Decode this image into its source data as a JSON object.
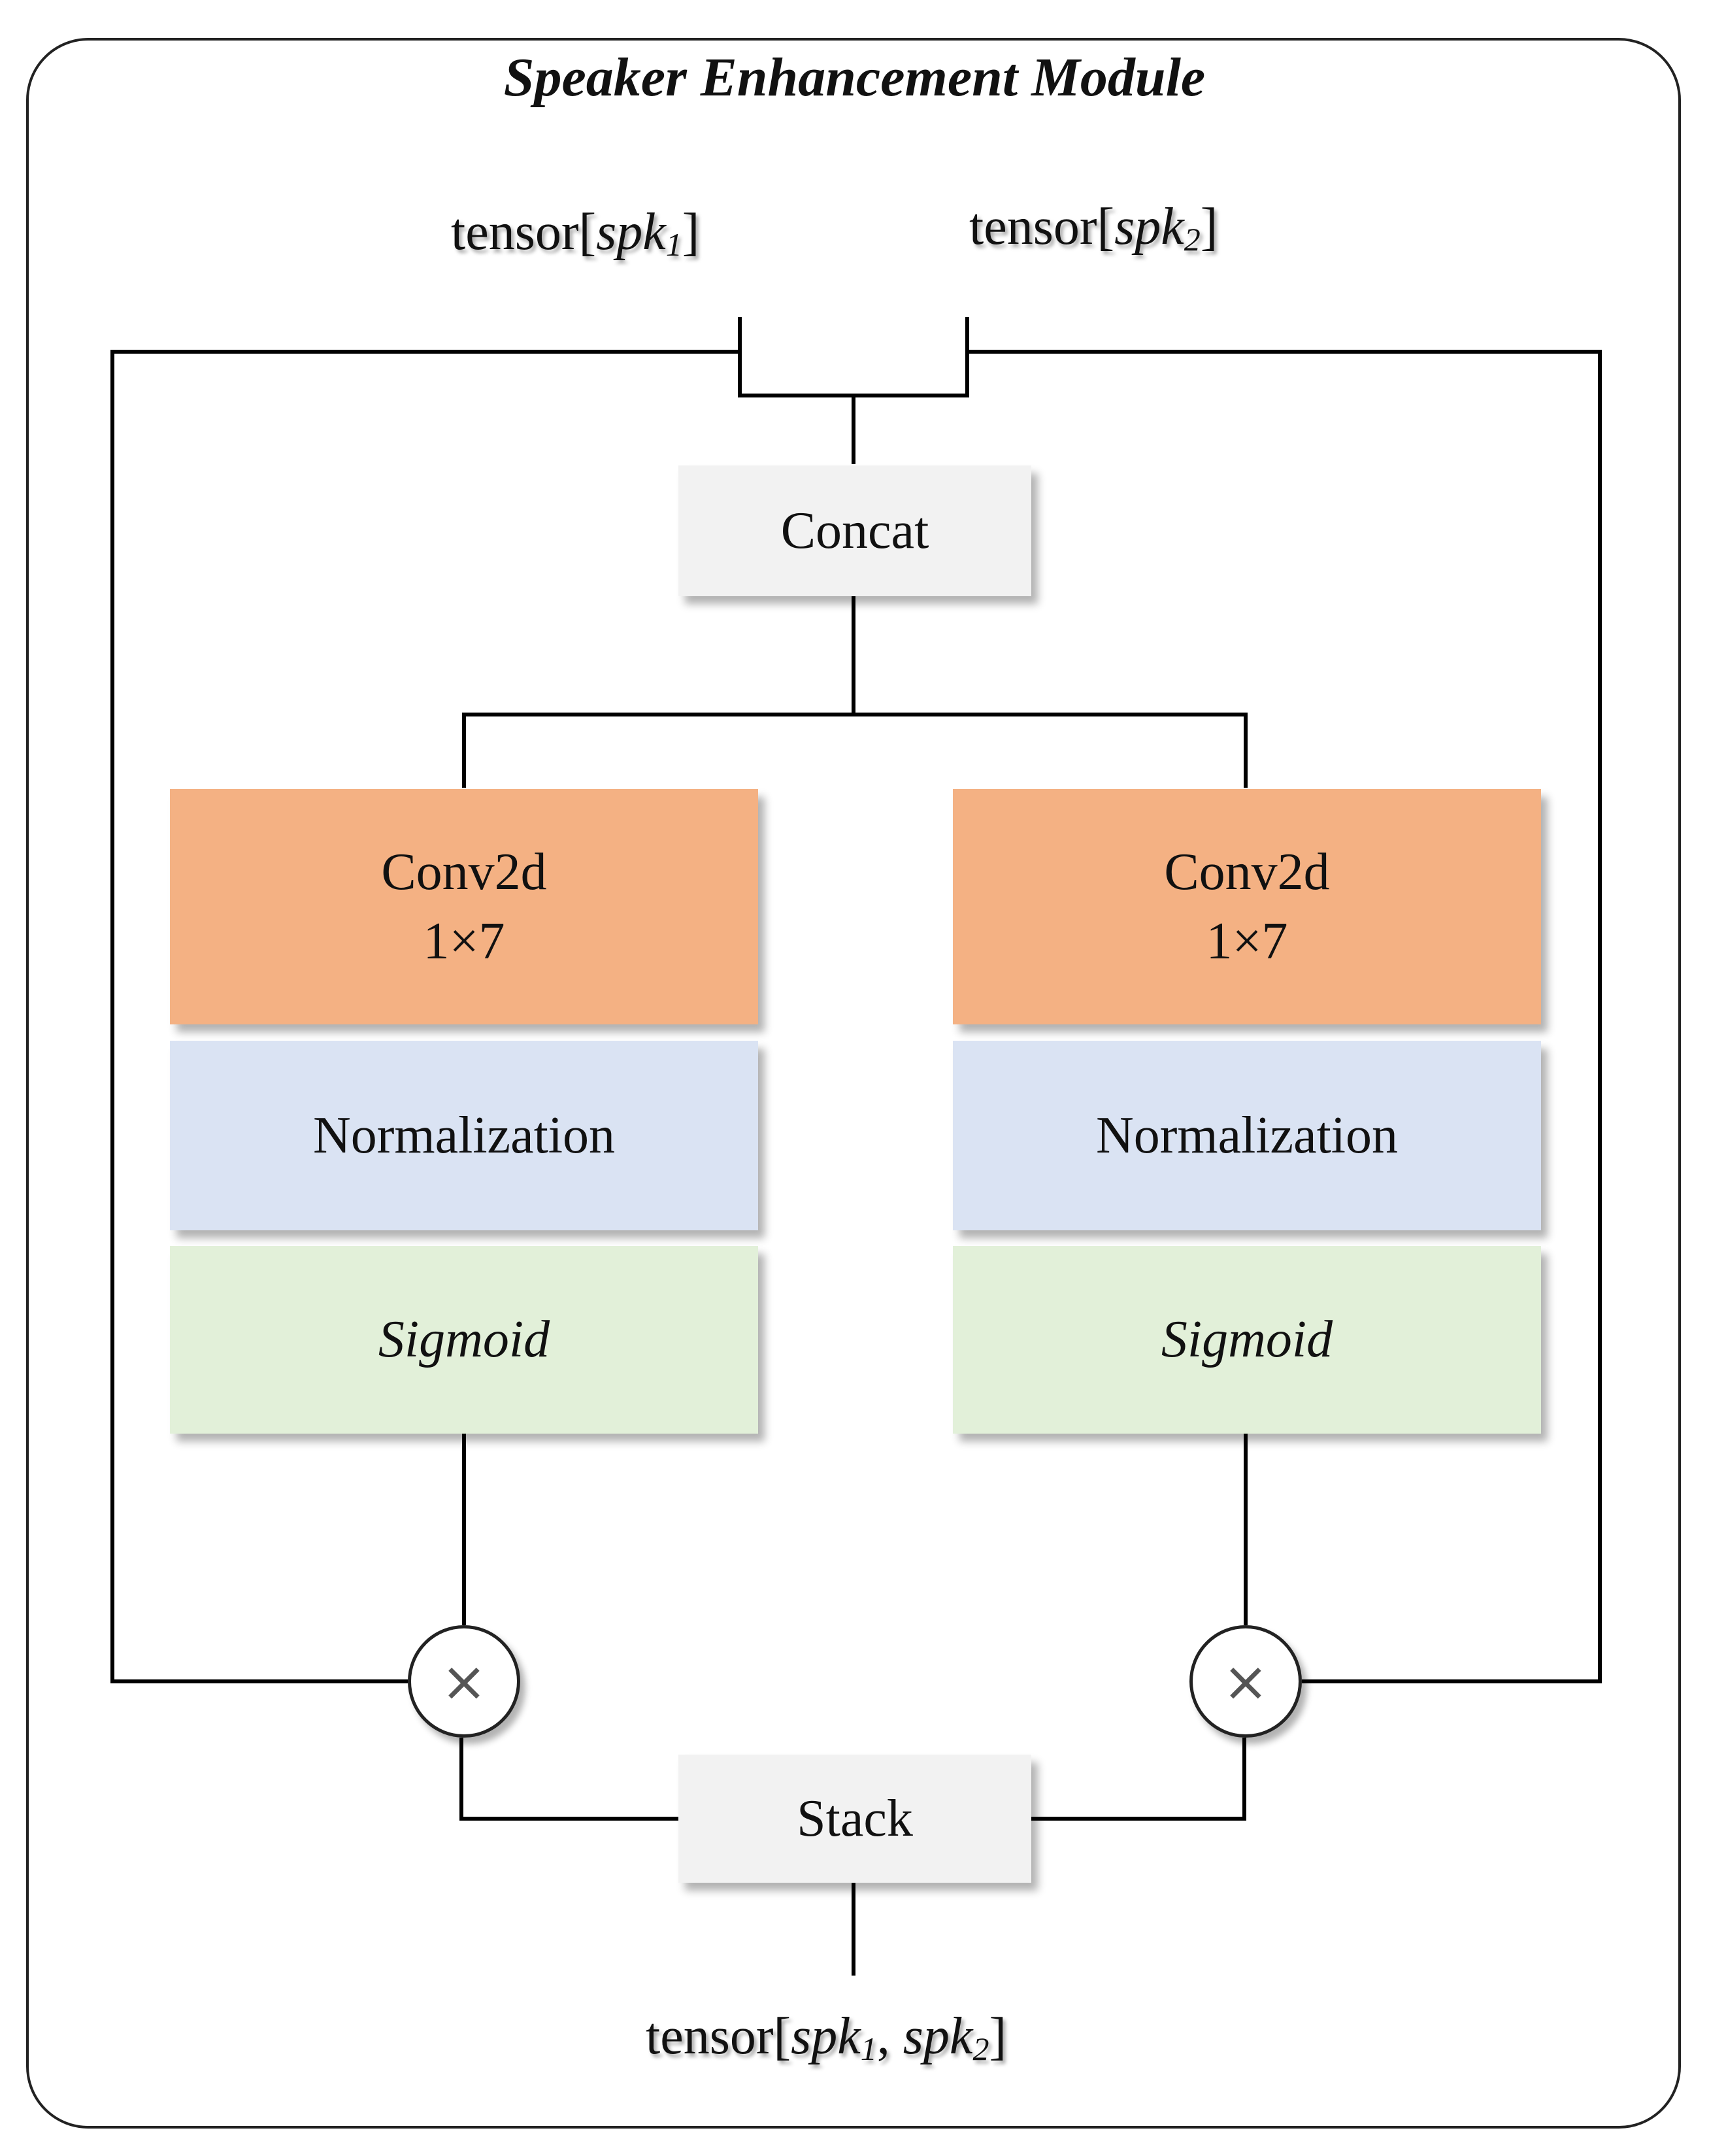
{
  "title": "Speaker Enhancement Module",
  "inputs": {
    "spk1": {
      "prefix": "tensor[",
      "name": "spk",
      "sub": "1",
      "suffix": "]"
    },
    "spk2": {
      "prefix": "tensor[",
      "name": "spk",
      "sub": "2",
      "suffix": "]"
    }
  },
  "concat_label": "Concat",
  "branches": [
    {
      "conv_line1": "Conv2d",
      "conv_line2": "1×7",
      "norm": "Normalization",
      "act": "Sigmoid"
    },
    {
      "conv_line1": "Conv2d",
      "conv_line2": "1×7",
      "norm": "Normalization",
      "act": "Sigmoid"
    }
  ],
  "multiply_symbol": "×",
  "stack_label": "Stack",
  "output": {
    "prefix": "tensor[",
    "name1": "spk",
    "sub1": "1",
    "sep": ", ",
    "name2": "spk",
    "sub2": "2",
    "suffix": "]"
  }
}
